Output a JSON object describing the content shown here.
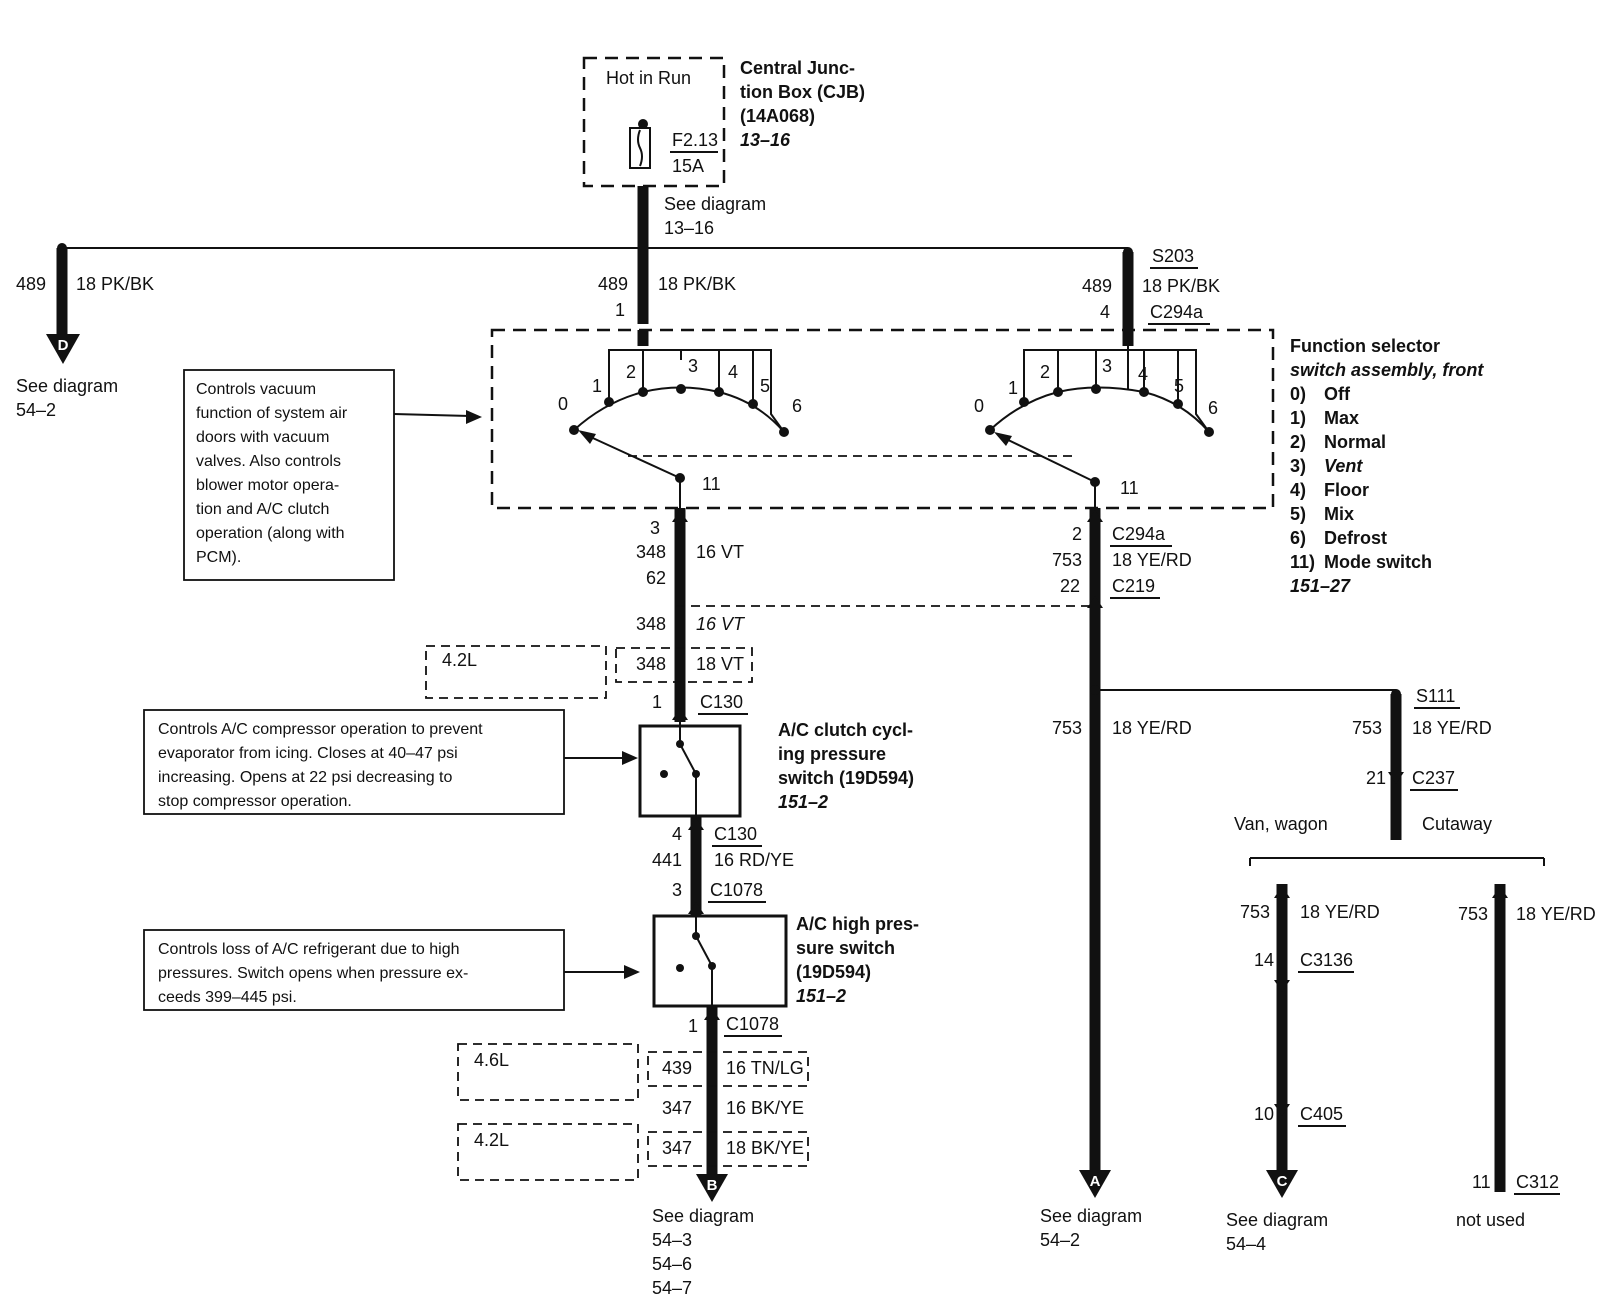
{
  "cjb": {
    "hot_label": "Hot in Run",
    "fuse_id": "F2.13",
    "fuse_rating": "15A",
    "title_1": "Central Junc-",
    "title_2": "tion Box (CJB)",
    "title_3": "(14A068)",
    "ref": "13–16"
  },
  "see_diagram_13_16": {
    "line1": "See diagram",
    "line2": "13–16"
  },
  "left_branch": {
    "circuit": "489",
    "wire": "18 PK/BK",
    "letter": "D",
    "see_1": "See diagram",
    "see_2": "54–2"
  },
  "center_feed": {
    "circuit": "489",
    "wire": "18 PK/BK",
    "pin": "1"
  },
  "s203": {
    "splice": "S203",
    "circuit": "489",
    "wire": "18 PK/BK",
    "pin": "4",
    "connector": "C294a"
  },
  "function_note": {
    "lines": [
      "Controls vacuum",
      "function of system air",
      "doors with vacuum",
      "valves. Also controls",
      "blower motor opera-",
      "tion and A/C clutch",
      "operation (along with",
      "PCM)."
    ]
  },
  "selector": {
    "positions": [
      "0",
      "1",
      "2",
      "3",
      "4",
      "5",
      "6"
    ],
    "wiper_pin": "11",
    "title_1": "Function selector",
    "title_2": "switch assembly, front",
    "legend": [
      {
        "num": "0)",
        "label": "Off"
      },
      {
        "num": "1)",
        "label": "Max"
      },
      {
        "num": "2)",
        "label": "Normal"
      },
      {
        "num": "3)",
        "label": "Vent"
      },
      {
        "num": "4)",
        "label": "Floor"
      },
      {
        "num": "5)",
        "label": "Mix"
      },
      {
        "num": "6)",
        "label": "Defrost"
      },
      {
        "num": "11)",
        "label": "Mode switch"
      }
    ],
    "ref": "151–27"
  },
  "vt_run": {
    "pin_top": "3",
    "circuit": "348",
    "wire": "16 VT",
    "pin_bottom": "62",
    "circuit_2": "348",
    "wire_2": "16 VT",
    "engine_42": "4.2L",
    "alt_circuit": "348",
    "alt_wire": "18 VT",
    "pin_c130": "1",
    "conn_c130": "C130"
  },
  "yerd_run": {
    "pin_top": "2",
    "conn_top": "C294a",
    "circuit": "753",
    "wire": "18 YE/RD",
    "pin_bottom": "22",
    "conn_bottom": "C219",
    "circuit_2": "753",
    "wire_2": "18 YE/RD",
    "letter": "A",
    "see_1": "See diagram",
    "see_2": "54–2"
  },
  "clutch_note": {
    "lines": [
      "Controls A/C compressor operation to prevent",
      "evaporator from icing. Closes at 40–47 psi",
      "increasing. Opens at 22 psi decreasing to",
      "stop compressor operation."
    ]
  },
  "clutch_switch": {
    "title_1": "A/C clutch cycl-",
    "title_2": "ing pressure",
    "title_3": "switch (19D594)",
    "ref": "151–2"
  },
  "rdye_run": {
    "pin_c130": "4",
    "conn_c130": "C130",
    "circuit": "441",
    "wire": "16 RD/YE",
    "pin_c1078": "3",
    "conn_c1078": "C1078"
  },
  "high_note": {
    "lines": [
      "Controls loss of A/C refrigerant due to high",
      "pressures. Switch opens when pressure ex-",
      "ceeds 399–445 psi."
    ]
  },
  "high_switch": {
    "title_1": "A/C high pres-",
    "title_2": "sure switch",
    "title_3": "(19D594)",
    "ref": "151–2"
  },
  "bottom_run": {
    "pin_c1078": "1",
    "conn_c1078": "C1078",
    "engine_46": "4.6L",
    "tnlg_circuit": "439",
    "tnlg_wire": "16 TN/LG",
    "bkye_circuit": "347",
    "bkye_wire": "16 BK/YE",
    "engine_42": "4.2L",
    "alt_circuit": "347",
    "alt_wire": "18 BK/YE",
    "letter": "B",
    "see_1": "See diagram",
    "see_2": "54–3",
    "see_3": "54–6",
    "see_4": "54–7"
  },
  "s111": {
    "splice": "S111",
    "circuit": "753",
    "wire": "18 YE/RD",
    "pin_c237": "21",
    "conn_c237": "C237",
    "van_label": "Van, wagon",
    "cutaway_label": "Cutaway"
  },
  "van_branch": {
    "circuit": "753",
    "wire": "18 YE/RD",
    "pin_c3136": "14",
    "conn_c3136": "C3136",
    "pin_c405": "10",
    "conn_c405": "C405",
    "letter": "C",
    "see_1": "See diagram",
    "see_2": "54–4"
  },
  "cutaway_branch": {
    "circuit": "753",
    "wire": "18 YE/RD",
    "pin_c312": "11",
    "conn_c312": "C312",
    "status": "not used"
  }
}
